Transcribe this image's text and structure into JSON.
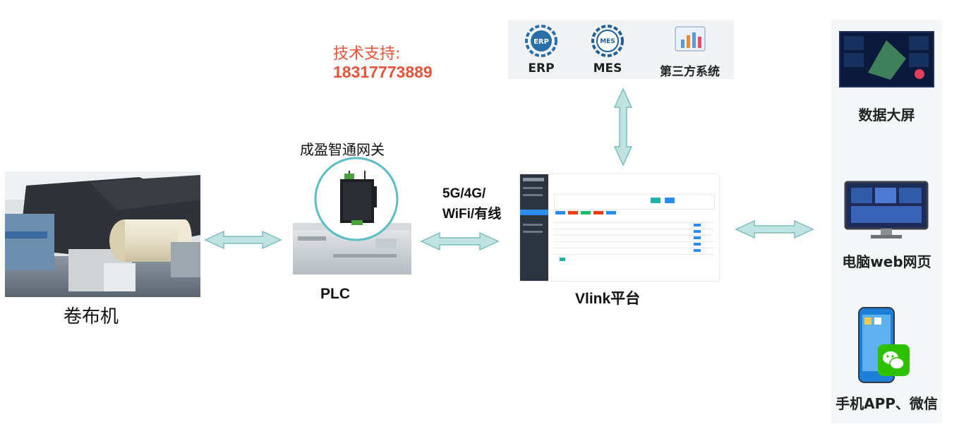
{
  "support": {
    "label": "技术支持:",
    "phone": "18317773889"
  },
  "nodes": {
    "machine": "卷布机",
    "gateway": "成盈智通网关",
    "plc": "PLC",
    "network": {
      "line1": "5G/4G/",
      "line2": "WiFi/有线"
    },
    "platform": "Vlink平台"
  },
  "systems": [
    {
      "label": "ERP",
      "icon_text": "ERP"
    },
    {
      "label": "MES",
      "icon_text": "MES"
    },
    {
      "label": "第三方系统"
    }
  ],
  "clients": [
    {
      "label": "数据大屏"
    },
    {
      "label": "电脑web网页"
    },
    {
      "label": "手机APP、微信"
    }
  ],
  "colors": {
    "arrow_fill": "#bfe3e3",
    "arrow_stroke": "#7cbcbc",
    "support_red": "#e8533a",
    "gateway_ring": "#5bbdc4"
  }
}
